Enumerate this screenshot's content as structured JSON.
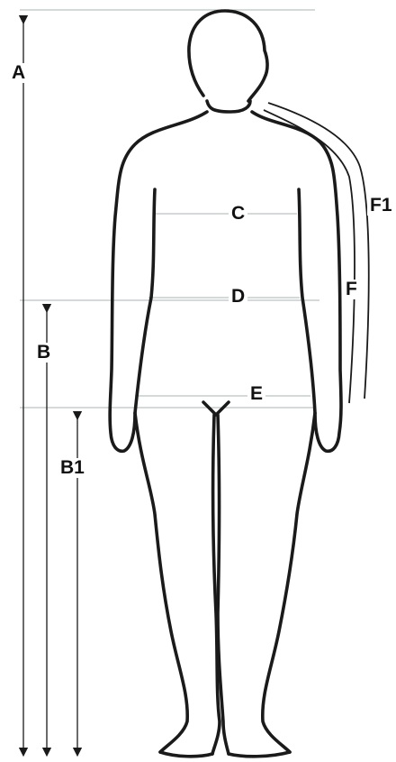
{
  "labels": {
    "a": "A",
    "b": "B",
    "b1": "B1",
    "c": "C",
    "d": "D",
    "e": "E",
    "f": "F",
    "f1": "F1"
  },
  "colors": {
    "outline": "#1a1a1a",
    "guide": "#a9b4b4",
    "background": "#ffffff"
  }
}
